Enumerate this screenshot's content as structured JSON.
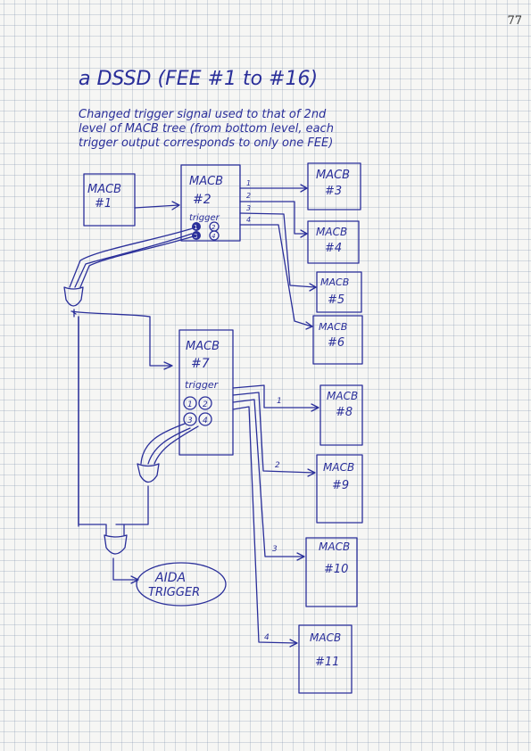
{
  "page_number": "77",
  "heading": "a DSSD (FEE #1 to #16)",
  "note_lines": [
    "Changed trigger signal used to that of 2nd",
    "level of MACB tree (from bottom level, each",
    "trigger output corresponds to only one FEE)"
  ],
  "boxes": {
    "macb1": [
      "MACB",
      "#1"
    ],
    "macb2": [
      "MACB",
      "#2"
    ],
    "macb3": [
      "MACB",
      "#3"
    ],
    "macb4": [
      "MACB",
      "#4"
    ],
    "macb5": [
      "MACB",
      "#5"
    ],
    "macb6": [
      "MACB",
      "#6"
    ],
    "macb7": [
      "MACB",
      "#7"
    ],
    "macb8": [
      "MACB",
      "#8"
    ],
    "macb9": [
      "MACB",
      "#9"
    ],
    "macb10": [
      "MACB",
      "#10"
    ],
    "macb11": [
      "MACB",
      "#11"
    ]
  },
  "trigger_label": "trigger",
  "macb2_port_labels": [
    "1",
    "2",
    "3",
    "4"
  ],
  "macb2_trigger_circles": [
    "1",
    "2",
    "3",
    "4"
  ],
  "macb7_port_labels": [
    "1",
    "2",
    "3",
    "4"
  ],
  "macb7_trigger_circles": [
    "1",
    "2",
    "3",
    "4"
  ],
  "aida_trigger": [
    "AIDA",
    "TRIGGER"
  ],
  "colors": {
    "ink": "#2a2f9a",
    "grid": "#b8c2d4",
    "paper": "#f6f6f4"
  }
}
